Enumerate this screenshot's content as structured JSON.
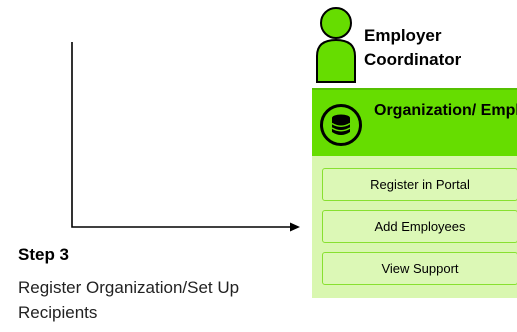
{
  "role": {
    "label": "Employer Coordinator",
    "icon": "person-icon",
    "color": "#66dd00"
  },
  "portal": {
    "title": "Organization/ Employer Portal",
    "icon": "database-icon",
    "header_color": "#66dd00",
    "panel_color": "#d9f7b0",
    "buttons": [
      {
        "label": "Register in Portal"
      },
      {
        "label": "Add Employees"
      },
      {
        "label": "View Support"
      }
    ]
  },
  "step": {
    "title": "Step 3",
    "description": "Register Organization/Set Up Recipients"
  }
}
